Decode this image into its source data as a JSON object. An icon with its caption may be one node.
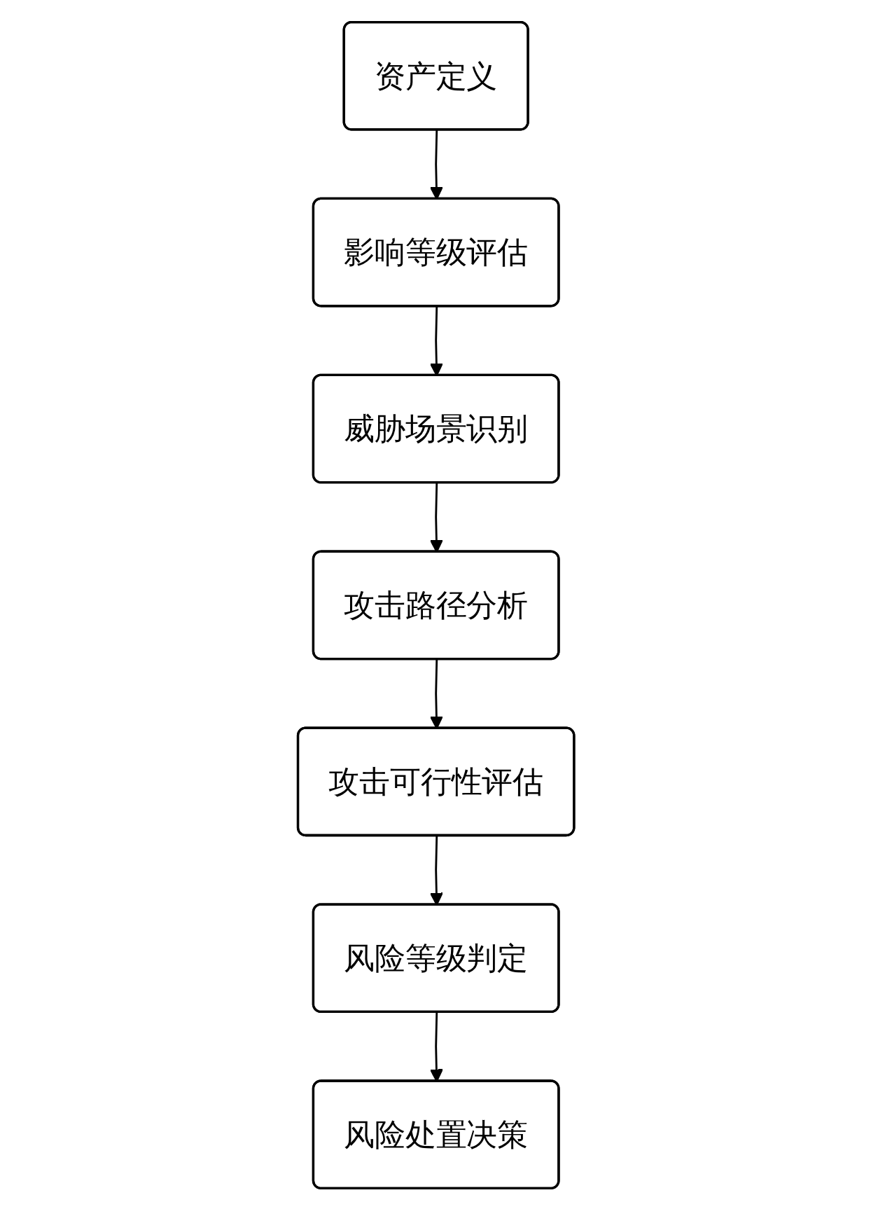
{
  "diagram": {
    "nodes": [
      {
        "text": [
          "资产定义"
        ]
      },
      {
        "text": [
          "影响等级评估"
        ]
      },
      {
        "text": [
          "威胁场景识别"
        ]
      },
      {
        "text": [
          "攻击路径分析"
        ]
      },
      {
        "text": [
          "攻击可行性评估"
        ]
      },
      {
        "text": [
          "风险等级判定"
        ]
      },
      {
        "text": [
          "风险处置决策"
        ]
      }
    ],
    "edges": [
      {
        "from": 0,
        "to": 1,
        "arrow": "to"
      },
      {
        "from": 1,
        "to": 2,
        "arrow": "to"
      },
      {
        "from": 2,
        "to": 3,
        "arrow": "to"
      },
      {
        "from": 3,
        "to": 4,
        "arrow": "to"
      },
      {
        "from": 4,
        "to": 5,
        "arrow": "to"
      },
      {
        "from": 5,
        "to": 6,
        "arrow": "to"
      }
    ]
  }
}
